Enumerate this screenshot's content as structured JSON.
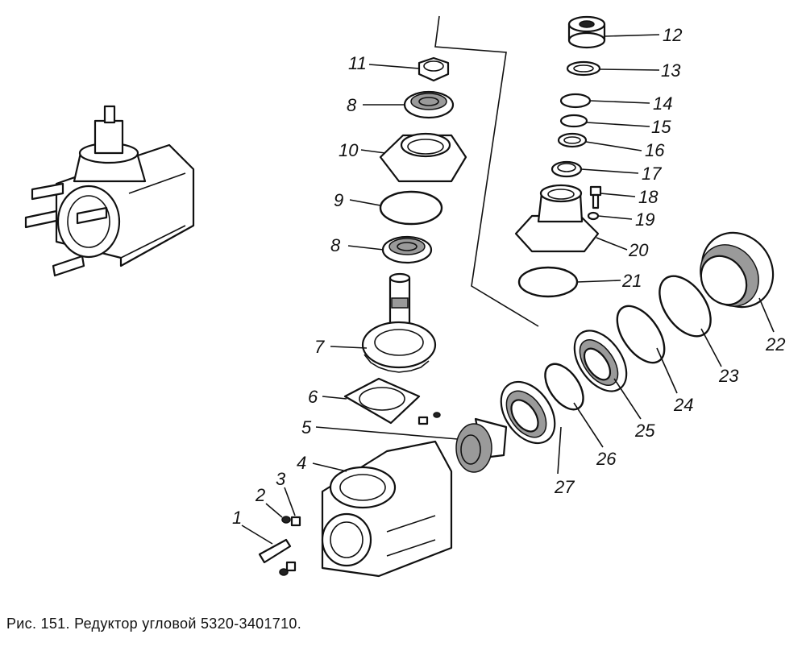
{
  "figure": {
    "caption": "Рис. 151. Редуктор угловой 5320-3401710."
  },
  "callouts": {
    "c1": "1",
    "c2": "2",
    "c3": "3",
    "c4": "4",
    "c5": "5",
    "c6": "6",
    "c7": "7",
    "c8a": "8",
    "c8b": "8",
    "c9": "9",
    "c10": "10",
    "c11": "11",
    "c12": "12",
    "c13": "13",
    "c14": "14",
    "c15": "15",
    "c16": "16",
    "c17": "17",
    "c18": "18",
    "c19": "19",
    "c20": "20",
    "c21": "21",
    "c22": "22",
    "c23": "23",
    "c24": "24",
    "c25": "25",
    "c26": "26",
    "c27": "27"
  }
}
